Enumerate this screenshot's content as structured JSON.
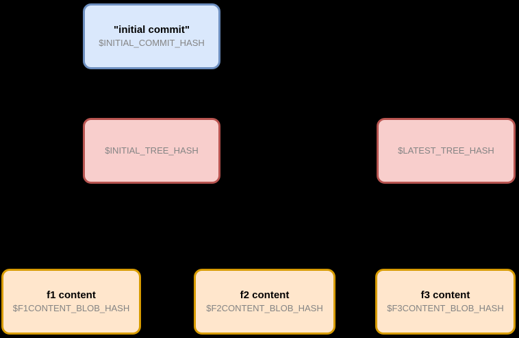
{
  "diagram": {
    "description": "Git object graph: commit, trees, blobs",
    "background_color": "#000000"
  },
  "colors": {
    "commit_fill": "#dae8fc",
    "commit_border": "#6c8ebf",
    "tree_fill": "#f8cecc",
    "tree_border": "#b85450",
    "blob_fill": "#ffe6cc",
    "blob_border": "#d79b00",
    "title_text": "#000000",
    "hash_text": "#848484"
  },
  "nodes": [
    {
      "id": "commit",
      "kind": "commit",
      "title": "\"initial commit\"",
      "hash": "$INITIAL_COMMIT_HASH"
    },
    {
      "id": "initial-tree",
      "kind": "tree",
      "hash": "$INITIAL_TREE_HASH"
    },
    {
      "id": "latest-tree",
      "kind": "tree",
      "hash": "$LATEST_TREE_HASH"
    },
    {
      "id": "blob-f1",
      "kind": "blob",
      "title": "f1 content",
      "hash": "$F1CONTENT_BLOB_HASH"
    },
    {
      "id": "blob-f2",
      "kind": "blob",
      "title": "f2 content",
      "hash": "$F2CONTENT_BLOB_HASH"
    },
    {
      "id": "blob-f3",
      "kind": "blob",
      "title": "f3 content",
      "hash": "$F3CONTENT_BLOB_HASH"
    }
  ]
}
